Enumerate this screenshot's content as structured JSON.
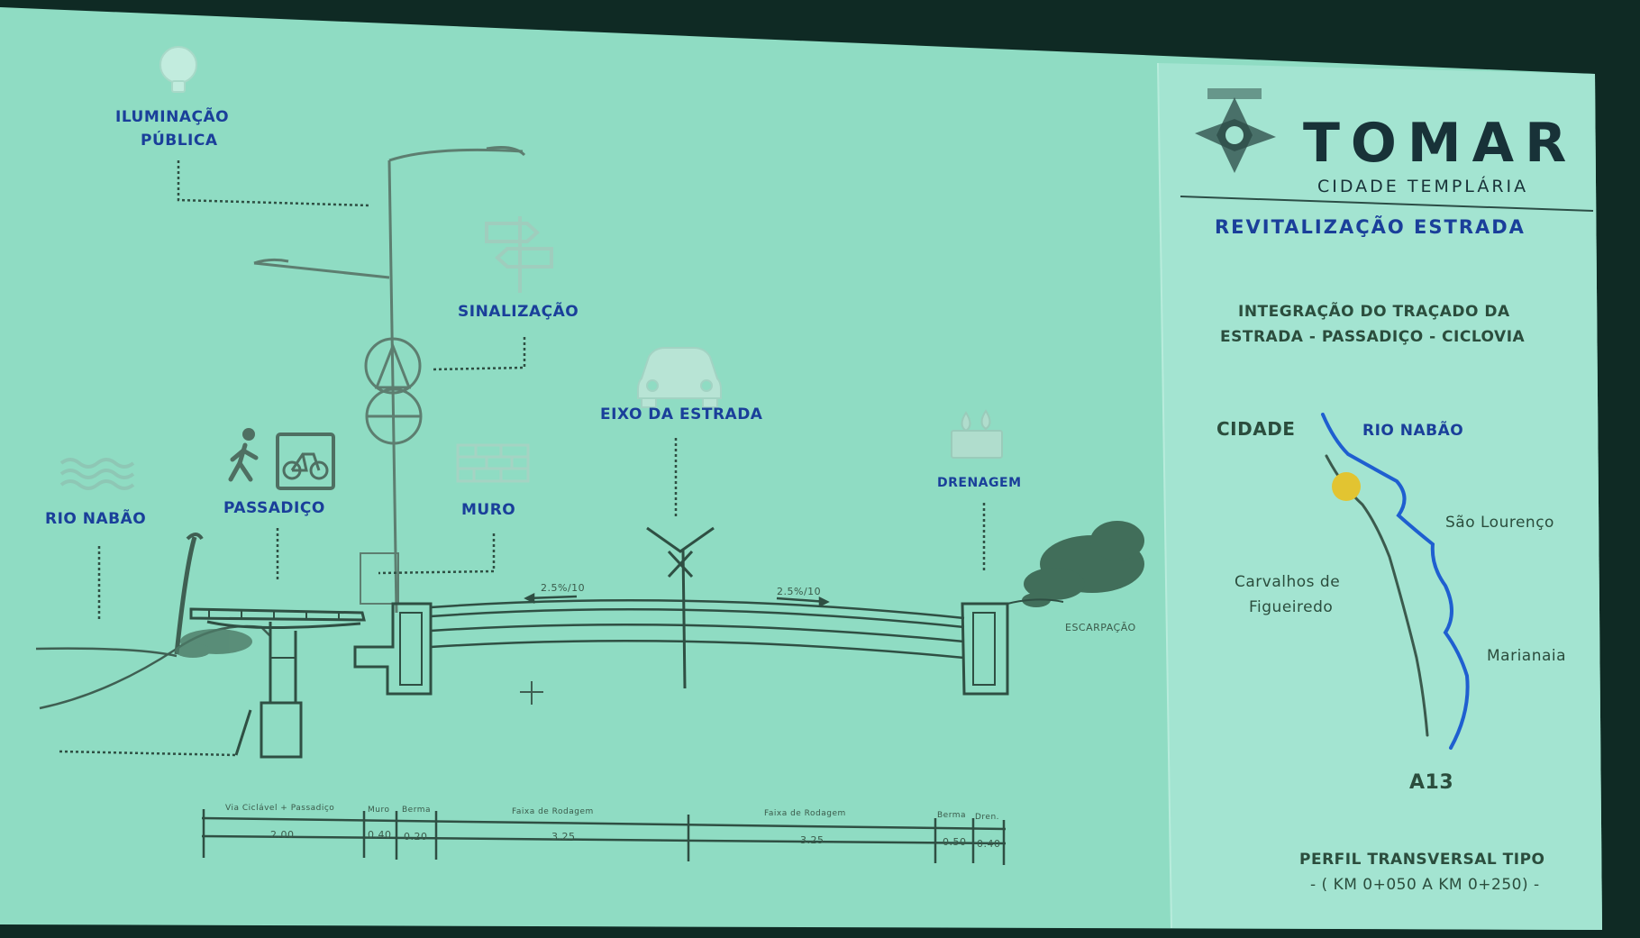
{
  "board": {
    "labels": {
      "iluminacao_line1": "ILUMINAÇÃO",
      "iluminacao_line2": "PÚBLICA",
      "sinalizacao": "SINALIZAÇÃO",
      "eixo_da_estrada": "EIXO DA ESTRADA",
      "rio_nabao": "RIO NABÃO",
      "passadico": "PASSADIÇO",
      "muro": "MURO",
      "drenagem": "DRENAGEM",
      "escarpa": "ESCARPAÇÃO",
      "slope_left": "2.5%/10",
      "slope_right": "2.5%/10"
    },
    "dimensions": {
      "cells": [
        "2.00",
        "0.40",
        "0.20",
        "3.25",
        "3.25",
        "0.50",
        "0.40"
      ],
      "headers": [
        "Via Ciclável + Passadiço",
        "Muro",
        "Berma",
        "Faixa de Rodagem",
        "Faixa de Rodagem",
        "Berma",
        "Dren."
      ]
    }
  },
  "panel": {
    "brand": "TOMAR",
    "brand_sub": "CIDADE TEMPLÁRIA",
    "project": "REVITALIZAÇÃO ESTRADA",
    "subtitle_line1": "INTEGRAÇÃO DO TRAÇADO DA",
    "subtitle_line2": "ESTRADA - PASSADIÇO - CICLOVIA",
    "map": {
      "cidade": "CIDADE",
      "rio": "RIO NABÃO",
      "sao_lourenco": "São Lourenço",
      "carvalhos_line1": "Carvalhos de",
      "carvalhos_line2": "Figueiredo",
      "marianaia": "Marianaia",
      "a13": "A13"
    },
    "footer_line1": "PERFIL TRANSVERSAL TIPO",
    "footer_line2": "- ( KM 0+050 A KM 0+250) -"
  },
  "colors": {
    "board": "#8fdcc3",
    "panel": "#9fe2cf",
    "ink": "#2f4f43",
    "label_blue": "#1a3f9a",
    "river": "#1f5fd0",
    "marker": "#e2c431"
  },
  "icons": [
    "lamp-icon",
    "signpost-icon",
    "car-icon",
    "waves-icon",
    "pedestrian-icon",
    "bicycle-icon",
    "brick-wall-icon",
    "drainage-drops-icon",
    "templar-cross-icon"
  ]
}
